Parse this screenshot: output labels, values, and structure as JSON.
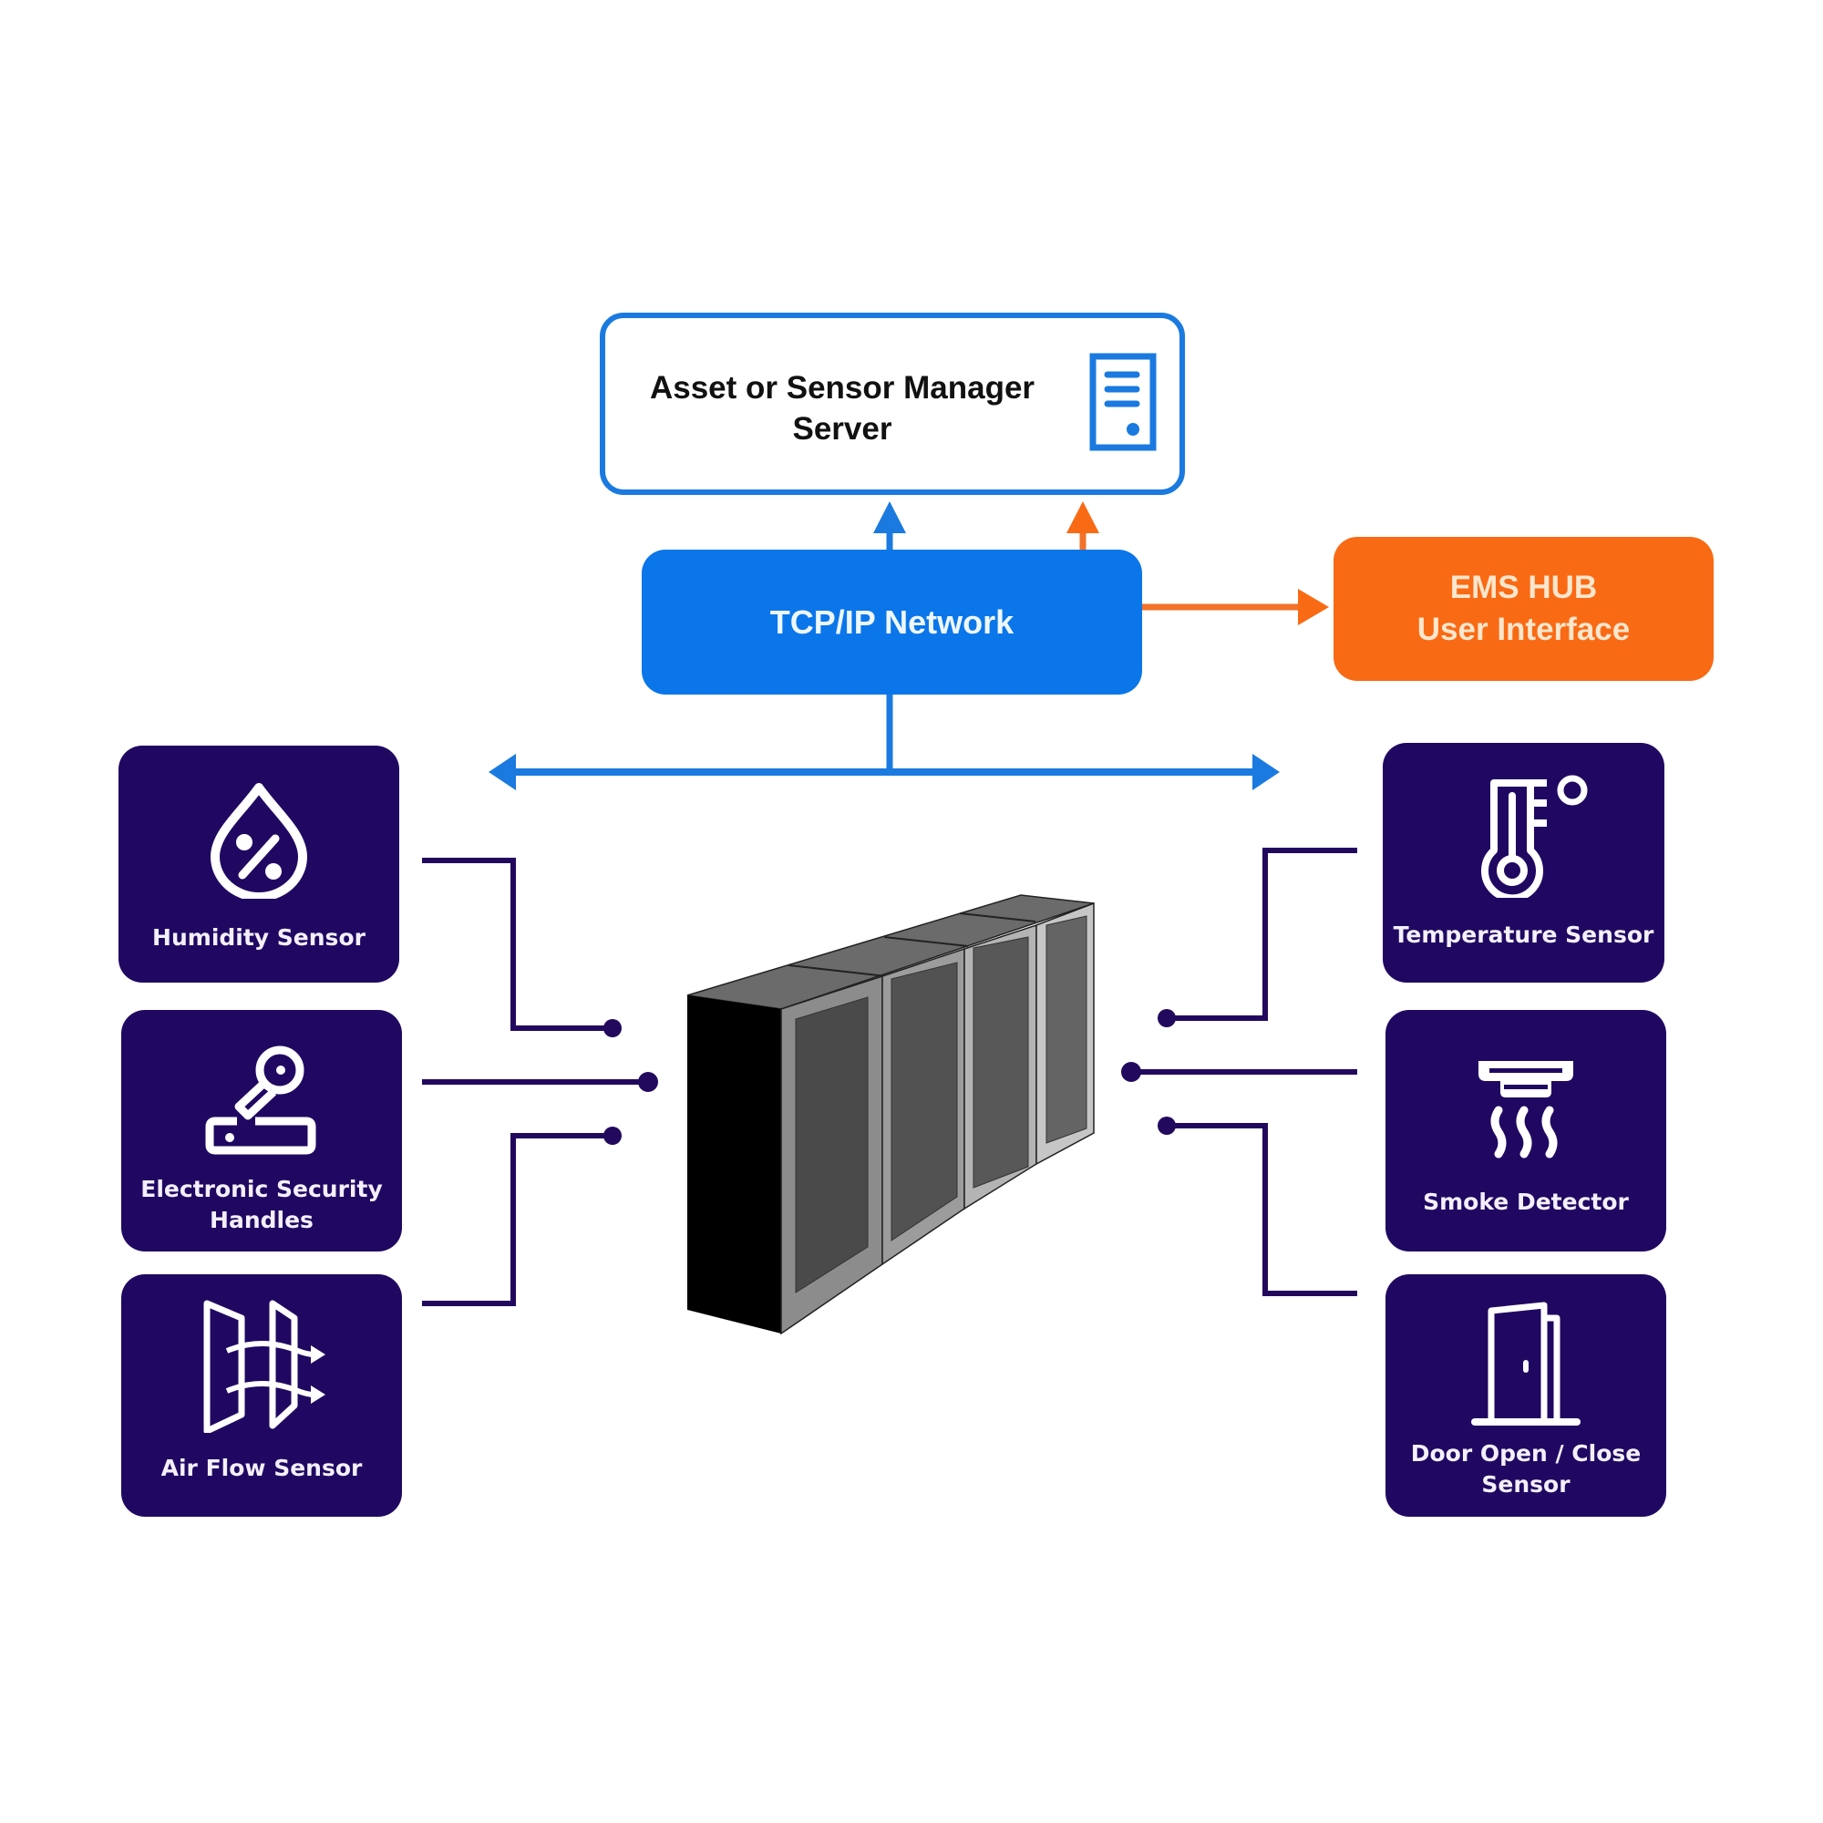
{
  "diagram": {
    "server": {
      "title_line1": "Asset or Sensor Manager",
      "title_line2": "Server",
      "icon": "server-icon"
    },
    "network": {
      "label": "TCP/IP Network"
    },
    "ems": {
      "line1": "EMS HUB",
      "line2": "User Interface"
    },
    "center": {
      "name": "server-racks",
      "rack_count": 4
    },
    "left_sensors": [
      {
        "label_line1": "Humidity Sensor",
        "label_line2": "",
        "icon": "humidity-icon"
      },
      {
        "label_line1": "Electronic Security",
        "label_line2": "Handles",
        "icon": "security-handle-icon"
      },
      {
        "label_line1": "Air Flow Sensor",
        "label_line2": "",
        "icon": "airflow-icon"
      }
    ],
    "right_sensors": [
      {
        "label_line1": "Temperature Sensor",
        "label_line2": "",
        "icon": "thermometer-icon"
      },
      {
        "label_line1": "Smoke Detector",
        "label_line2": "",
        "icon": "smoke-detector-icon"
      },
      {
        "label_line1": "Door Open / Close",
        "label_line2": "Sensor",
        "icon": "door-icon"
      }
    ],
    "connections": [
      {
        "from": "TCP/IP Network",
        "to": "Asset or Sensor Manager Server",
        "style": "blue-arrow"
      },
      {
        "from": "EMS HUB User Interface",
        "to": "Asset or Sensor Manager Server",
        "style": "orange-double-arrow"
      },
      {
        "from": "TCP/IP Network",
        "to": "sensor bus (left and right)",
        "style": "blue-double-arrow"
      }
    ],
    "colors": {
      "server_border": "#1a7ae0",
      "network_blue": "#0b76e9",
      "ems_orange": "#f96a15",
      "sensor_card": "#200862",
      "connector": "#22095e"
    }
  }
}
